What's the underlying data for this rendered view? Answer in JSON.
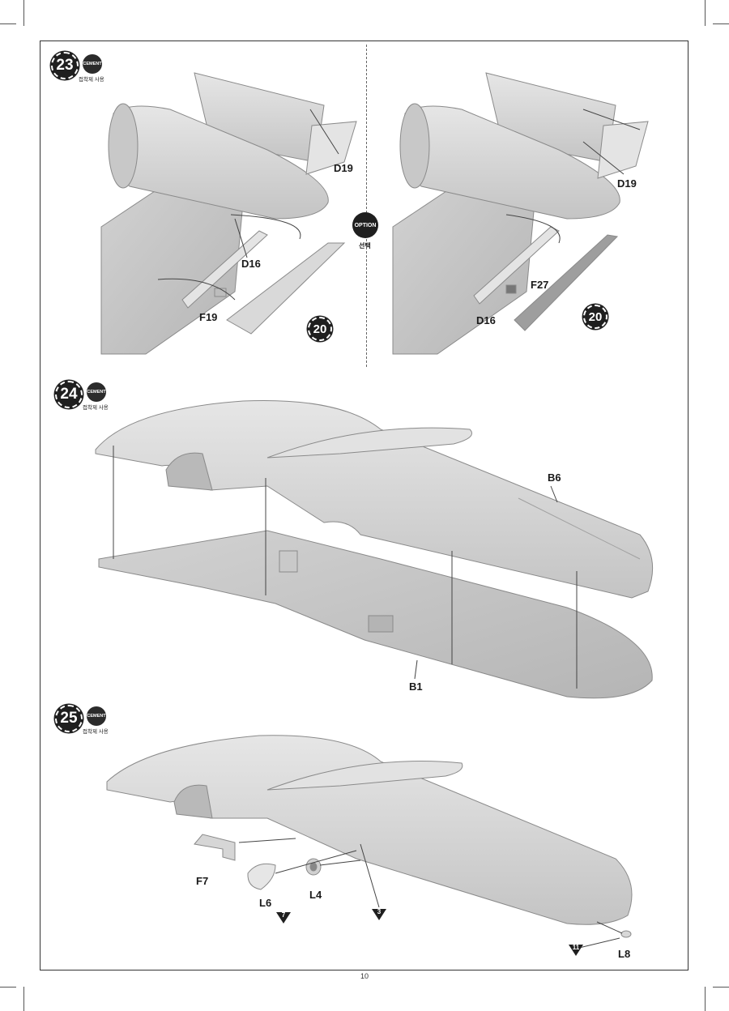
{
  "step23": {
    "number": "23",
    "cement_label": "CEMENT",
    "cement_sub": "접착제 사용",
    "left_labels": {
      "d19": "D19",
      "d16": "D16",
      "f19": "F19",
      "sub": "20"
    },
    "right_labels": {
      "d19": "D19",
      "d16": "D16",
      "f27": "F27",
      "sub": "20"
    },
    "option_label": "OPTION",
    "option_sub": "선택"
  },
  "step24": {
    "number": "24",
    "cement_label": "CEMENT",
    "cement_sub": "접착제 사용",
    "labels": {
      "b6": "B6",
      "b1": "B1"
    }
  },
  "step25": {
    "number": "25",
    "cement_label": "CEMENT",
    "cement_sub": "접착제 사용",
    "labels": {
      "f7": "F7",
      "l6": "L6",
      "l4": "L4",
      "l8": "L8"
    },
    "refs": {
      "r7": "7",
      "r3": "3",
      "r11": "11"
    }
  },
  "page_number": "10",
  "colors": {
    "part_fill": "#d9d9d9",
    "part_stroke": "#8a8a8a",
    "ink": "#1f1f1f"
  }
}
